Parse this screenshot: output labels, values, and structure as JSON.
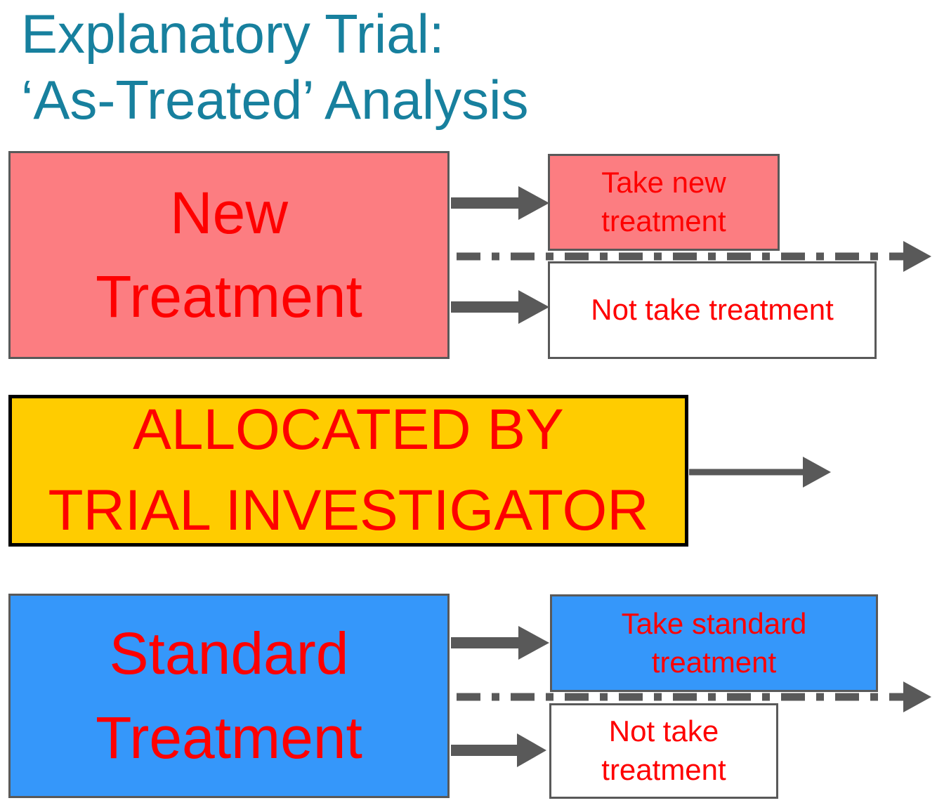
{
  "title": {
    "line1": "Explanatory Trial:",
    "line2": "‘As-Treated’ Analysis"
  },
  "diagram": {
    "top_branch": {
      "source": {
        "line1": "New",
        "line2": "Treatment"
      },
      "outcome_taken": {
        "line1": "Take new",
        "line2": "treatment"
      },
      "outcome_not_taken": {
        "label": "Not take treatment"
      }
    },
    "allocation": {
      "line1": "ALLOCATED BY",
      "line2": "TRIAL INVESTIGATOR"
    },
    "bottom_branch": {
      "source": {
        "line1": "Standard",
        "line2": "Treatment"
      },
      "outcome_taken": {
        "line1": "Take standard",
        "line2": "treatment"
      },
      "outcome_not_taken": {
        "line1": "Not take",
        "line2": "treatment"
      }
    }
  },
  "colors": {
    "title_teal": "#17809E",
    "label_red": "#FE0000",
    "new_treatment_pink": "#FC7D81",
    "standard_treatment_blue": "#3597FA",
    "allocation_yellow": "#FFCC00",
    "box_border_gray": "#595959",
    "arrow_gray": "#595959",
    "allocation_border_black": "#000000"
  }
}
